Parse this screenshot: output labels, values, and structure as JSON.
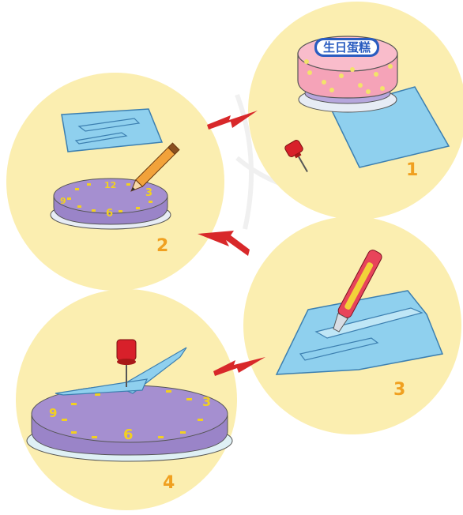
{
  "steps": [
    {
      "number": "1"
    },
    {
      "number": "2"
    },
    {
      "number": "3"
    },
    {
      "number": "4"
    }
  ],
  "box_label": "生日蛋糕",
  "clock_numerals": [
    "12",
    "3",
    "6",
    "9"
  ],
  "colors": {
    "circle_bg": "#fbeeb0",
    "cake_pink": "#f5a3b8",
    "disk_purple": "#a58fd0",
    "paper_blue": "#8fd0ee",
    "arrow_red": "#d8282a",
    "pin_red": "#d8202a",
    "step_number": "#f0a020"
  }
}
